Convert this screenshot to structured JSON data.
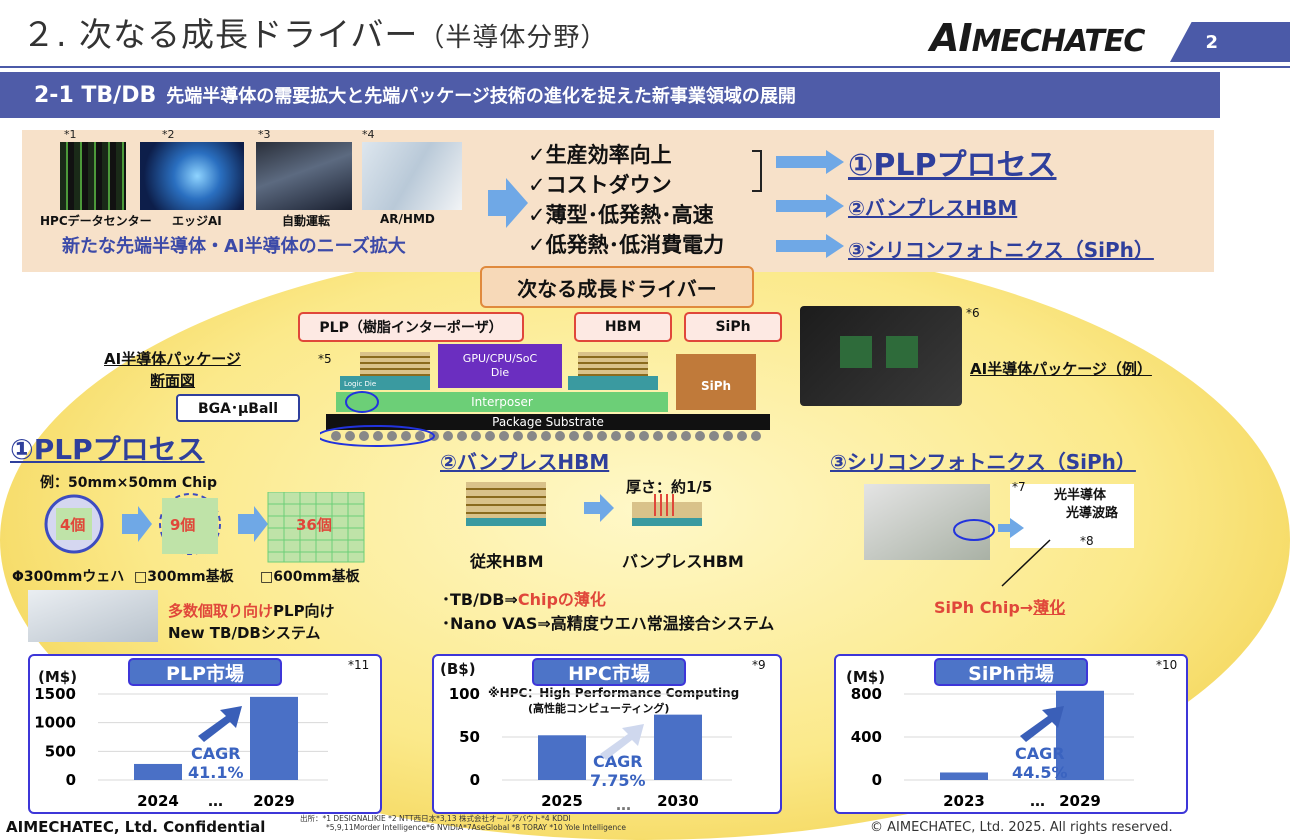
{
  "header": {
    "title": "２. 次なる成長ドライバー",
    "title_sub": "（半導体分野）",
    "logo_ai": "AI",
    "logo_rest": "MECHATEC",
    "page": "2"
  },
  "banner": {
    "number": "2-1 TB/DB",
    "text": "先端半導体の需要拡大と先端パッケージ技術の進化を捉えた新事業領域の展開"
  },
  "needs": {
    "items": [
      {
        "note": "*1",
        "caption": "HPCデータセンター"
      },
      {
        "note": "*2",
        "caption": "エッジAI"
      },
      {
        "note": "*3",
        "caption": "自動運転"
      },
      {
        "note": "*4",
        "caption": "AR/HMD"
      }
    ],
    "message": "新たな先端半導体・AI半導体のニーズ拡大"
  },
  "checks": [
    "✓生産効率向上",
    "✓コストダウン",
    "✓薄型･低発熱･高速",
    "✓低発熱･低消費電力"
  ],
  "outcomes": [
    "①PLPプロセス",
    "②バンプレスHBM",
    "③シリコンフォトニクス（SiPh）"
  ],
  "driver_label": "次なる成長ドライバー",
  "package": {
    "plp_label": "PLP（樹脂インターポーザ）",
    "hbm_label": "HBM",
    "siph_label": "SiPh",
    "cross_section_label_1": "AI半導体パッケージ",
    "cross_section_label_2": "断面図",
    "bga_label": "BGA･μBall",
    "note5": "*5",
    "die_label_1": "GPU/CPU/SoC",
    "die_label_2": "Die",
    "logic_die": "Logic Die",
    "siph_block": "SiPh",
    "interposer": "Interposer",
    "substrate": "Package Substrate",
    "example_label": "AI半導体パッケージ（例）",
    "note6": "*6"
  },
  "plp": {
    "title": "①PLPプロセス",
    "example": "例：50mm×50mm Chip",
    "counts": [
      "4個",
      "9個",
      "36個"
    ],
    "sizes": [
      "Φ300mmウェハ",
      "□300mm基板",
      "□600mm基板"
    ],
    "system_1a": "多数個取り向け",
    "system_1b": "PLP向け",
    "system_2": "New TB/DBシステム"
  },
  "hbm": {
    "title": "②バンプレスHBM",
    "thickness": "厚さ：約1/5",
    "conventional": "従来HBM",
    "bumpless": "バンプレスHBM",
    "line1_a": "･TB/DB⇒",
    "line1_b": "Chipの薄化",
    "line2": "･Nano VAS⇒高精度ウエハ常温接合システム"
  },
  "siph": {
    "title": "③シリコンフォトニクス（SiPh）",
    "note7": "*7",
    "note8": "*8",
    "semiconductor": "光半導体",
    "waveguide": "光導波路",
    "chip_a": "SiPh Chip→",
    "chip_b": "薄化"
  },
  "markets": [
    {
      "title": "PLP市場",
      "note": "*11",
      "unit": "(M$)",
      "cagr_label": "CAGR",
      "cagr": "41.1%",
      "ellipsis": "…"
    },
    {
      "title": "HPC市場",
      "note": "*9",
      "unit": "(B$)",
      "cagr_label": "CAGR",
      "cagr": "7.75%",
      "ellipsis": "…",
      "footnote_1": "※HPC：High Performance Computing",
      "footnote_2": "(高性能コンピューティング)"
    },
    {
      "title": "SiPh市場",
      "note": "*10",
      "unit": "(M$)",
      "cagr_label": "CAGR",
      "cagr": "44.5%",
      "ellipsis": "…"
    }
  ],
  "chart_data": [
    {
      "type": "bar",
      "title": "PLP市場",
      "ylabel": "(M$)",
      "categories": [
        "2024",
        "2029"
      ],
      "values": [
        280,
        1450
      ],
      "ylim": [
        0,
        1500
      ],
      "yticks": [
        "0",
        "500",
        "1000",
        "1500"
      ]
    },
    {
      "type": "bar",
      "title": "HPC市場",
      "ylabel": "(B$)",
      "categories": [
        "2025",
        "2030"
      ],
      "values": [
        52,
        76
      ],
      "ylim": [
        0,
        100
      ],
      "yticks": [
        "0",
        "50",
        "100"
      ]
    },
    {
      "type": "bar",
      "title": "SiPh市場",
      "ylabel": "(M$)",
      "categories": [
        "2023",
        "2029"
      ],
      "values": [
        70,
        830
      ],
      "ylim": [
        0,
        800
      ],
      "yticks": [
        "0",
        "400",
        "800"
      ]
    }
  ],
  "footer": {
    "left": "AIMECHATEC, Ltd.  Confidential",
    "src_1": "出所：*1 DESIGNALIKIE *2 NTT西日本*3,13 株式会社オールアバウト*4 KDDI",
    "src_2": "*5,9,11Morder Intelligence*6 NVIDIA*7AseGlobal *8 TORAY *10 Yole Intelligence",
    "right": "© AIMECHATEC, Ltd. 2025. All rights reserved."
  },
  "colors": {
    "accent": "#4f5ca8",
    "market_border": "#3d36d8",
    "bar": "#4a70c6",
    "red": "#e0473a"
  }
}
